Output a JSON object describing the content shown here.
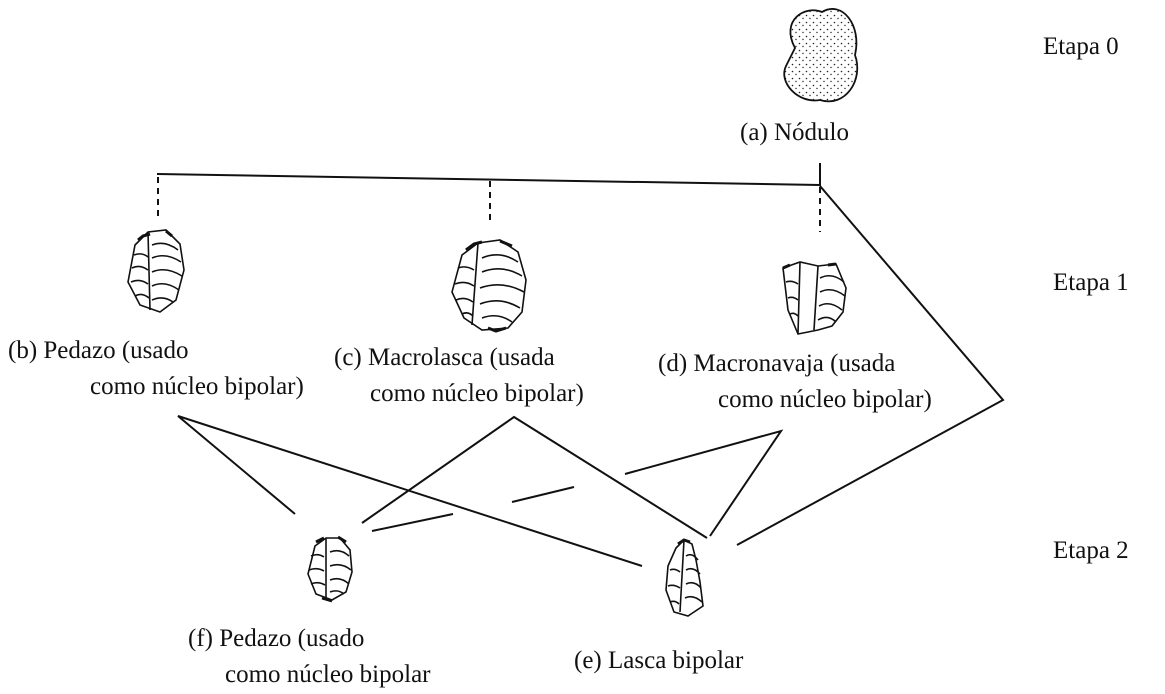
{
  "stages": [
    "Etapa 0",
    "Etapa 1",
    "Etapa 2"
  ],
  "nodes": {
    "a": {
      "line1": "(a) Nódulo"
    },
    "b": {
      "line1": "(b) Pedazo (usado",
      "line2": "como núcleo bipolar)"
    },
    "c": {
      "line1": "(c) Macrolasca (usada",
      "line2": "como núcleo bipolar)"
    },
    "d": {
      "line1": "(d) Macronavaja (usada",
      "line2": "como núcleo bipolar)"
    },
    "e": {
      "line1": "(e) Lasca bipolar"
    },
    "f": {
      "line1": "(f) Pedazo (usado",
      "line2": "como núcleo bipolar"
    }
  },
  "icons": {
    "a": "nodule-icon",
    "b": "chunk-icon",
    "c": "macroflake-icon",
    "d": "macroblade-icon",
    "e": "bipolar-flake-icon",
    "f": "chunk-icon"
  },
  "colors": {
    "ink": "#111111",
    "background": "#ffffff"
  }
}
